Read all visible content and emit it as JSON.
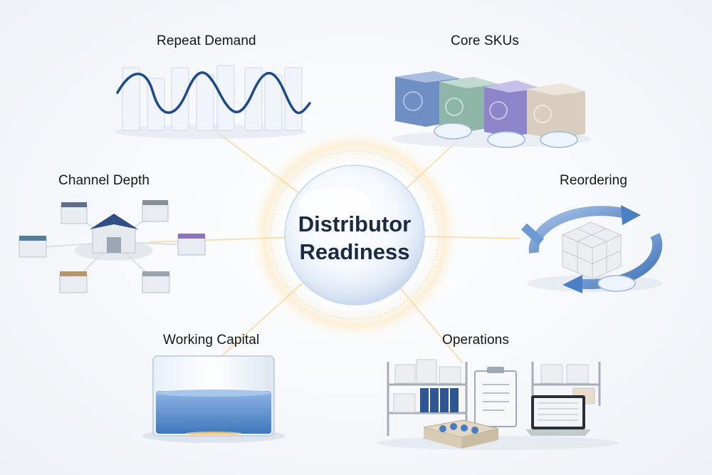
{
  "center": {
    "line1": "Distributor",
    "line2": "Readiness"
  },
  "nodes": {
    "repeat_demand": "Repeat Demand",
    "core_skus": "Core SKUs",
    "channel_depth": "Channel Depth",
    "reordering": "Reordering",
    "working_capital": "Working Capital",
    "operations": "Operations"
  },
  "colors": {
    "title": "#1d2a45",
    "wave": "#1d4a8a",
    "glow": "#f5c46a",
    "water": "#5b8fd0",
    "arrow": "#4a7fc4"
  }
}
